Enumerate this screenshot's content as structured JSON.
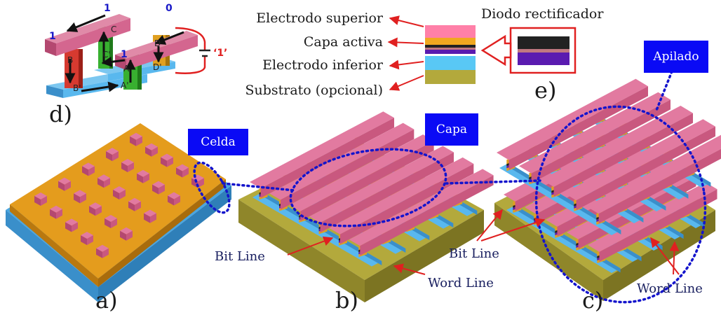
{
  "panels": {
    "a": "a)",
    "b": "b)",
    "c": "c)",
    "d": "d)",
    "e": "e)"
  },
  "badges": {
    "celda": "Celda",
    "capa": "Capa",
    "apilado": "Apilado"
  },
  "layers": {
    "top_electrode": "Electrodo superior",
    "active_layer": "Capa activa",
    "bottom_electrode": "Electrodo inferior",
    "substrate": "Substrato (opcional)",
    "diode": "Diodo rectificador"
  },
  "lines": {
    "bit_line_b": "Bit Line",
    "word_line_b": "Word Line",
    "bit_line_c": "Bit Line",
    "word_line_c": "Word Line"
  },
  "panel_d": {
    "top_left_value": "1",
    "top_right_value": "0",
    "left_bar_value": "1",
    "right_bar_value": "1",
    "applied": "‘1’",
    "pillar_labels": [
      "A",
      "A'",
      "B",
      "B'",
      "C",
      "C'",
      "D",
      "D'"
    ]
  },
  "colors": {
    "top_electrode": "#d4668f",
    "active": "#f0a820",
    "bottom_electrode": "#59b8ee",
    "substrate": "#a8a030",
    "badge": "#0a0af5",
    "dotted": "#1414cc",
    "arrow": "#e02020"
  }
}
